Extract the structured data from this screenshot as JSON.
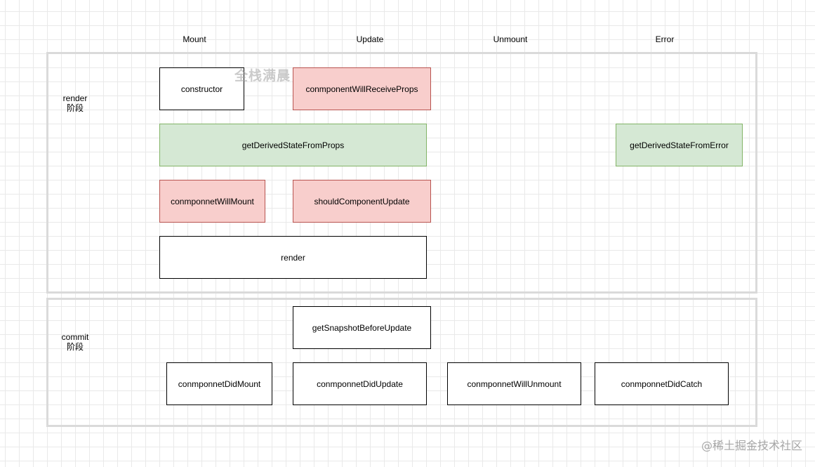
{
  "columns": {
    "mount": "Mount",
    "update": "Update",
    "unmount": "Unmount",
    "error": "Error"
  },
  "phases": {
    "render": {
      "line1": "render",
      "line2": "阶段"
    },
    "commit": {
      "line1": "commit",
      "line2": "阶段"
    }
  },
  "nodes": {
    "constructor": "constructor",
    "will_receive_props": "conmponentWillReceiveProps",
    "derived_from_props": "getDerivedStateFromProps",
    "derived_from_error": "getDerivedStateFromError",
    "will_mount": "conmponnetWillMount",
    "should_update": "shouldComponentUpdate",
    "render": "render",
    "snapshot": "getSnapshotBeforeUpdate",
    "did_mount": "conmponnetDidMount",
    "did_update": "conmponnetDidUpdate",
    "will_unmount": "conmponnetWillUnmount",
    "did_catch": "conmponnetDidCatch"
  },
  "colors": {
    "deprecated_fill": "#f8cecc",
    "deprecated_border": "#b85450",
    "static_fill": "#d5e8d4",
    "static_border": "#82b366"
  },
  "watermark": "全栈满晨",
  "footer_watermark": "@稀土掘金技术社区"
}
